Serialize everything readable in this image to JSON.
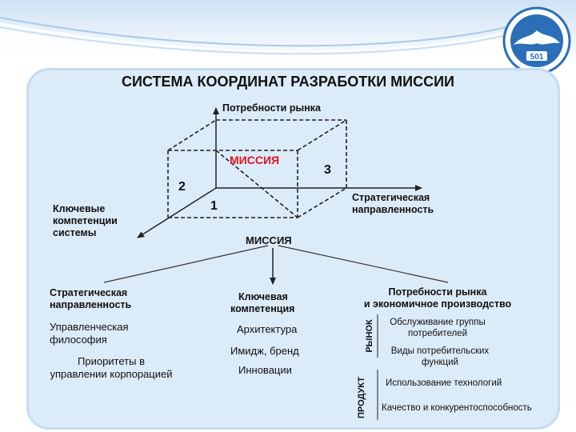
{
  "title": "СИСТЕМА КООРДИНАТ РАЗРАБОТКИ МИССИИ",
  "logo": {
    "number": "501"
  },
  "axes": {
    "market_needs": "Потребности рынка",
    "strategic_direction_line1": "Стратегическая",
    "strategic_direction_line2": "направленность",
    "competencies_line1": "Ключевые",
    "competencies_line2": "компетенции",
    "competencies_line3": "системы"
  },
  "cube": {
    "mission": "МИССИЯ",
    "num1": "1",
    "num2": "2",
    "num3": "3"
  },
  "mission_center": "МИССИЯ",
  "columns": {
    "left": {
      "heading_line1": "Стратегическая",
      "heading_line2": "направленность",
      "items": [
        "Управленческая",
        "философия",
        "Приоритеты в",
        "управлении корпорацией"
      ]
    },
    "middle": {
      "heading_line1": "Ключевая",
      "heading_line2": "компетенция",
      "items": [
        "Архитектура",
        "Имидж, бренд",
        "Инновации"
      ]
    },
    "right": {
      "heading_line1": "Потребности рынка",
      "heading_line2": "и экономичное производство",
      "market_label": "РЫНОК",
      "product_label": "ПРОДУКТ",
      "market_items": [
        "Обслуживание группы",
        "потребителей",
        "Виды потребительских",
        "функций"
      ],
      "product_items": [
        "Использование технологий",
        "Качество и конкурентоспособность"
      ]
    }
  },
  "colors": {
    "mission_red": "#e0141e",
    "panel": "#dcebf8",
    "logo_blue": "#2a6fb7"
  }
}
